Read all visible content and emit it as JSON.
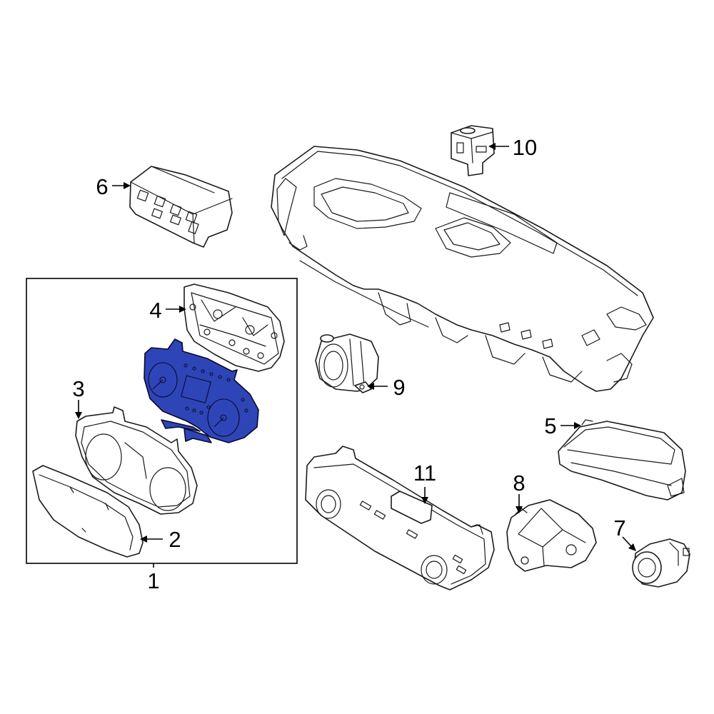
{
  "diagram": {
    "highlight_color": "#2e45b8",
    "callouts": [
      {
        "id": "1",
        "label": "1"
      },
      {
        "id": "2",
        "label": "2"
      },
      {
        "id": "3",
        "label": "3"
      },
      {
        "id": "4",
        "label": "4"
      },
      {
        "id": "5",
        "label": "5"
      },
      {
        "id": "6",
        "label": "6"
      },
      {
        "id": "7",
        "label": "7"
      },
      {
        "id": "8",
        "label": "8"
      },
      {
        "id": "9",
        "label": "9"
      },
      {
        "id": "10",
        "label": "10"
      },
      {
        "id": "11",
        "label": "11"
      }
    ]
  }
}
